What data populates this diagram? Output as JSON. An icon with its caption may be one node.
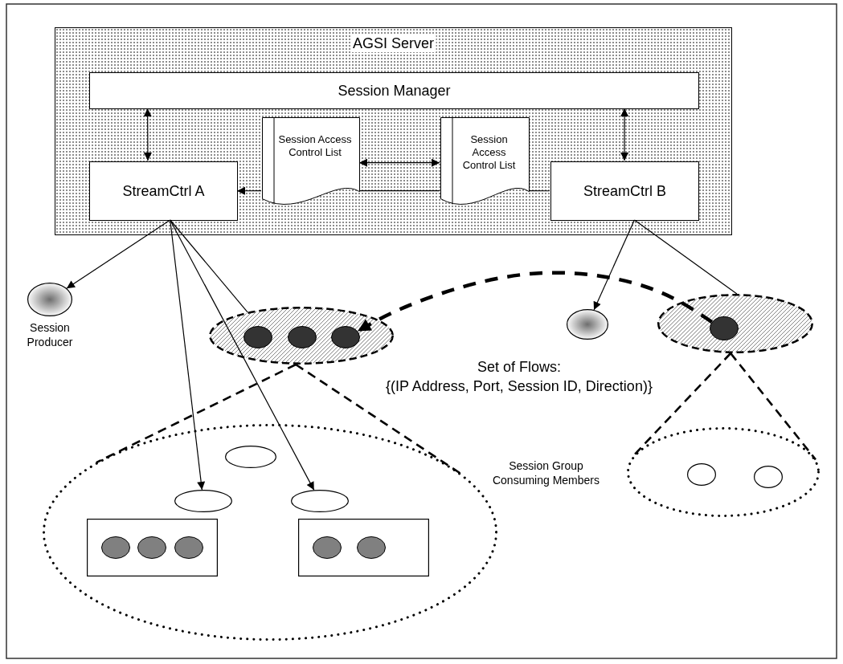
{
  "diagram": {
    "nodes": [
      {
        "text": [
          "AGSI Server"
        ]
      },
      {
        "text": [
          "Session Manager"
        ],
        "in": 0
      },
      {
        "text": [
          "Session Access Control List"
        ],
        "in": 0
      },
      {
        "text": [
          "Session Access Control List"
        ],
        "in": 0
      },
      {
        "text": [
          "StreamCtrl A"
        ],
        "in": 0
      },
      {
        "text": [
          "StreamCtrl B"
        ],
        "in": 0
      },
      {
        "text": [],
        "shape": "ellipse",
        "beside": [
          "Session Producer"
        ]
      },
      {
        "text": [],
        "shape": "ellipse"
      },
      {
        "text": [],
        "shape": "ellipse",
        "in": 7
      },
      {
        "text": [],
        "shape": "ellipse",
        "in": 7
      },
      {
        "text": [],
        "shape": "ellipse",
        "in": 7
      },
      {
        "text": [],
        "shape": "ellipse"
      },
      {
        "text": [],
        "shape": "ellipse"
      },
      {
        "text": [],
        "shape": "ellipse",
        "in": 12
      },
      {
        "text": [],
        "shape": "ellipse"
      },
      {
        "text": [],
        "shape": "ellipse",
        "in": 14
      },
      {
        "text": [],
        "shape": "ellipse",
        "in": 14
      },
      {
        "text": [],
        "shape": "ellipse",
        "in": 14
      },
      {
        "text": [],
        "shape": "box",
        "in": 14
      },
      {
        "text": [],
        "shape": "ellipse",
        "in": 18
      },
      {
        "text": [],
        "shape": "ellipse",
        "in": 18
      },
      {
        "text": [],
        "shape": "ellipse",
        "in": 18
      },
      {
        "text": [],
        "shape": "box",
        "in": 14
      },
      {
        "text": [],
        "shape": "ellipse",
        "in": 22
      },
      {
        "text": [],
        "shape": "ellipse",
        "in": 22
      },
      {
        "text": [],
        "shape": "ellipse"
      },
      {
        "text": [],
        "shape": "ellipse",
        "in": 25
      },
      {
        "text": [],
        "shape": "ellipse",
        "in": 25
      }
    ],
    "edges": [
      {
        "from": 1,
        "to": 4,
        "arrow": "both"
      },
      {
        "from": 1,
        "to": 5,
        "arrow": "both"
      },
      {
        "from": 2,
        "to": 3,
        "arrow": "both"
      },
      {
        "from": 5,
        "to": 3,
        "arrow": "none"
      },
      {
        "from": 3,
        "to": 2,
        "arrow": "none"
      },
      {
        "from": 2,
        "to": 4,
        "arrow": "to"
      },
      {
        "from": 4,
        "to": 6,
        "arrow": "to"
      },
      {
        "from": 4,
        "to": 16,
        "arrow": "to"
      },
      {
        "from": 4,
        "to": 17,
        "arrow": "to"
      },
      {
        "from": 4,
        "to": 7,
        "arrow": "none"
      },
      {
        "from": 5,
        "to": 11,
        "arrow": "to"
      },
      {
        "from": 5,
        "to": 12,
        "arrow": "none"
      },
      {
        "from": 7,
        "to": 14,
        "arrow": "none",
        "style": "dashed"
      },
      {
        "from": 7,
        "to": 14,
        "arrow": "none",
        "style": "dashed"
      },
      {
        "from": 12,
        "to": 25,
        "arrow": "none",
        "style": "dashed"
      },
      {
        "from": 12,
        "to": 25,
        "arrow": "none",
        "style": "dashed"
      },
      {
        "from": 13,
        "to": 10,
        "arrow": "to",
        "style": "dashed"
      }
    ],
    "labels": [
      "Set of Flows:",
      "{(IP Address, Port, Session ID, Direction)}",
      "Session Group Consuming Members"
    ]
  }
}
